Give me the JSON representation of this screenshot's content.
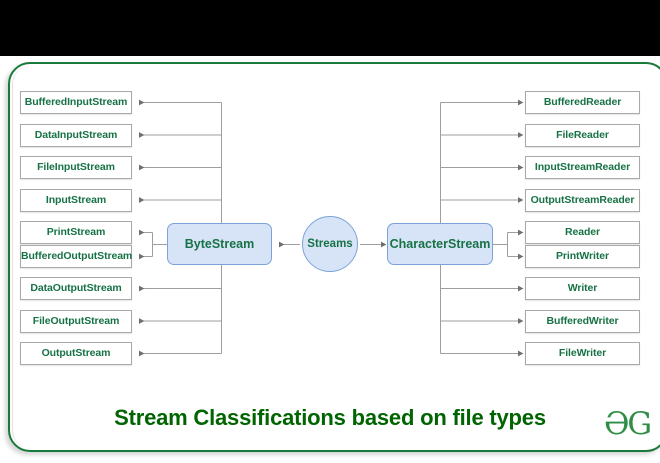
{
  "diagram": {
    "title": "Stream Classifications based on file types",
    "root": {
      "label": "Streams",
      "shape": "circle"
    },
    "branches": [
      {
        "id": "byte-stream",
        "label": "ByteStream",
        "side": "left",
        "children": [
          "BufferedInputStream",
          "DataInputStream",
          "FileInputStream",
          "InputStream",
          "PrintStream",
          "BufferedOutputStream",
          "DataOutputStream",
          "FileOutputStream",
          "OutputStream"
        ]
      },
      {
        "id": "character-stream",
        "label": "CharacterStream",
        "side": "right",
        "children": [
          "BufferedReader",
          "FileReader",
          "InputStreamReader",
          "OutputStreamReader",
          "Reader",
          "PrintWriter",
          "Writer",
          "BufferedWriter",
          "FileWriter"
        ]
      }
    ]
  },
  "branding": {
    "logo_text": "ƏG"
  },
  "colors": {
    "frame_border": "#1a7a3c",
    "node_fill": "#d7e4f7",
    "node_border": "#7ba3d8",
    "leaf_border": "#a9a9a9",
    "text_green": "#177245",
    "title_green": "#006400",
    "connector": "#9e9e9e",
    "letterbox": "#000000"
  }
}
